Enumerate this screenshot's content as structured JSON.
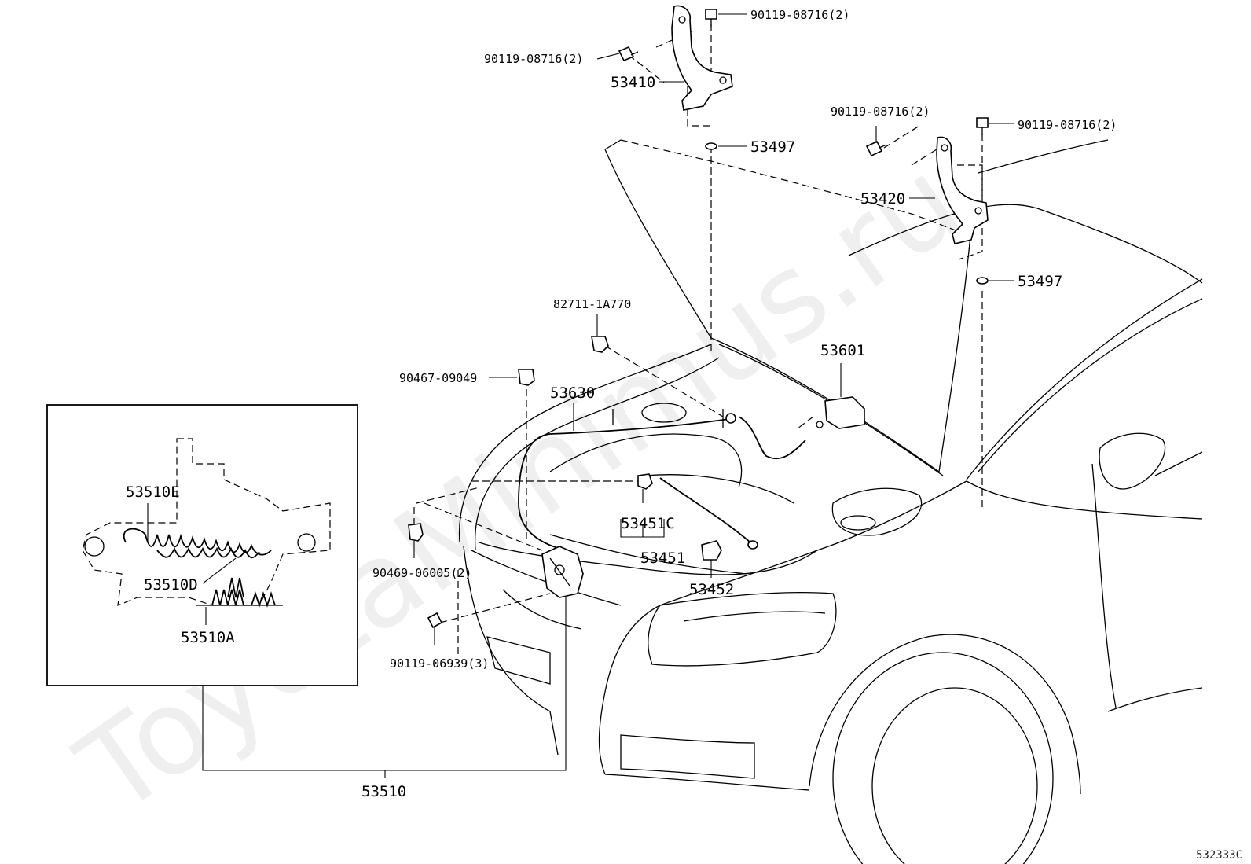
{
  "watermark": "ToyotaMinimus.ru",
  "reference_code": "532333C",
  "parts": {
    "bolt_a": "90119-08716(2)",
    "bolt_b": "90119-08716(2)",
    "bolt_c": "90119-08716(2)",
    "bolt_d": "90119-08716(2)",
    "hinge_left": "53410",
    "hinge_right": "53420",
    "cushion_left": "53497",
    "cushion_right": "53497",
    "clamp": "82711-1A770",
    "clip_top": "90467-09049",
    "release_cable": "53630",
    "release_lever": "53601",
    "support_holder": "53451C",
    "support_rod": "53451",
    "rod_holder": "53452",
    "clip_lower": "90469-06005(2)",
    "bolt_lock": "90119-06939(3)",
    "lock_assy": "53510",
    "spring_e": "53510E",
    "spring_d": "53510D",
    "spring_a": "53510A"
  }
}
